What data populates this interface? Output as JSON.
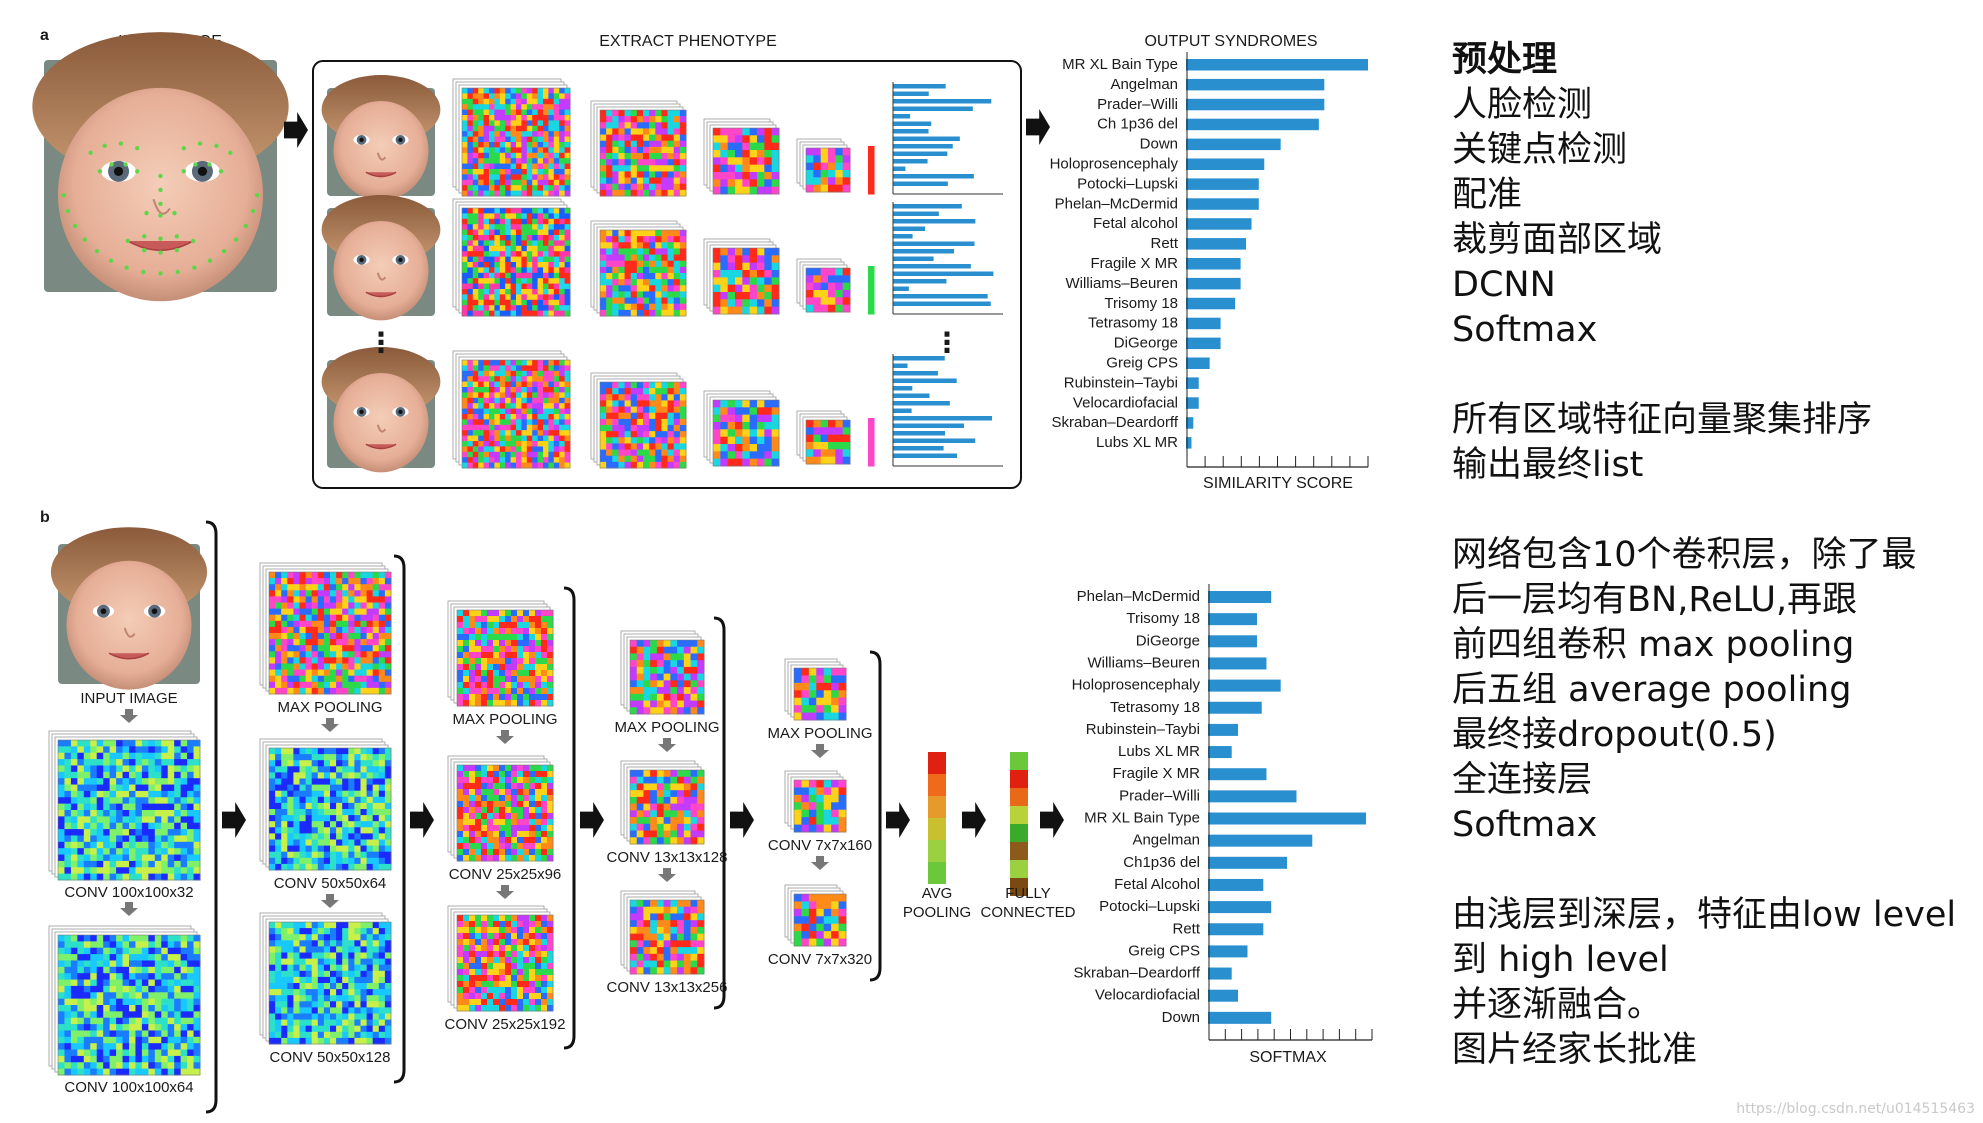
{
  "panel_a": {
    "letter": "a",
    "input_image_label": "INPUT IMAGE",
    "extract_label": "EXTRACT PHENOTYPE",
    "output_label": "OUTPUT SYNDROMES",
    "axis_label": "SIMILARITY SCORE",
    "ellipsis": "⋮",
    "syndromes": [
      {
        "name": "MR XL Bain Type",
        "score": 1.0
      },
      {
        "name": "Angelman",
        "score": 0.76
      },
      {
        "name": "Prader–Willi",
        "score": 0.76
      },
      {
        "name": "Ch 1p36 del",
        "score": 0.73
      },
      {
        "name": "Down",
        "score": 0.52
      },
      {
        "name": "Holoprosencephaly",
        "score": 0.43
      },
      {
        "name": "Potocki–Lupski",
        "score": 0.4
      },
      {
        "name": "Phelan–McDermid",
        "score": 0.4
      },
      {
        "name": "Fetal alcohol",
        "score": 0.36
      },
      {
        "name": "Rett",
        "score": 0.33
      },
      {
        "name": "Fragile X MR",
        "score": 0.3
      },
      {
        "name": "Williams–Beuren",
        "score": 0.3
      },
      {
        "name": "Trisomy 18",
        "score": 0.27
      },
      {
        "name": "Tetrasomy 18",
        "score": 0.19
      },
      {
        "name": "DiGeorge",
        "score": 0.19
      },
      {
        "name": "Greig CPS",
        "score": 0.13
      },
      {
        "name": "Rubinstein–Taybi",
        "score": 0.07
      },
      {
        "name": "Velocardiofacial",
        "score": 0.07
      },
      {
        "name": "Skraban–Deardorff",
        "score": 0.04
      },
      {
        "name": "Lubs XL MR",
        "score": 0.03
      }
    ]
  },
  "panel_b": {
    "letter": "b",
    "input_image_label": "INPUT IMAGE",
    "axis_label": "SOFTMAX",
    "stages": [
      {
        "top_label": "INPUT IMAGE",
        "mid_label": "CONV 100x100x32",
        "bottom_label": "CONV 100x100x64"
      },
      {
        "top_label": "MAX POOLING",
        "mid_label": "CONV 50x50x64",
        "bottom_label": "CONV 50x50x128"
      },
      {
        "top_label": "MAX POOLING",
        "mid_label": "CONV 25x25x96",
        "bottom_label": "CONV 25x25x192"
      },
      {
        "top_label": "MAX POOLING",
        "mid_label": "CONV 13x13x128",
        "bottom_label": "CONV 13x13x256"
      },
      {
        "top_label": "MAX POOLING",
        "mid_label": "CONV 7x7x160",
        "bottom_label": "CONV 7x7x320"
      }
    ],
    "avg_pooling_label": [
      "AVG",
      "POOLING"
    ],
    "fully_connected_label": [
      "FULLY",
      "CONNECTED"
    ],
    "softmax_bars": [
      {
        "name": "Phelan–McDermid",
        "score": 0.4
      },
      {
        "name": "Trisomy 18",
        "score": 0.31
      },
      {
        "name": "DiGeorge",
        "score": 0.31
      },
      {
        "name": "Williams–Beuren",
        "score": 0.37
      },
      {
        "name": "Holoprosencephaly",
        "score": 0.46
      },
      {
        "name": "Tetrasomy 18",
        "score": 0.34
      },
      {
        "name": "Rubinstein–Taybi",
        "score": 0.19
      },
      {
        "name": "Lubs XL MR",
        "score": 0.15
      },
      {
        "name": "Fragile X MR",
        "score": 0.37
      },
      {
        "name": "Prader–Willi",
        "score": 0.56
      },
      {
        "name": "MR XL Bain Type",
        "score": 1.0
      },
      {
        "name": "Angelman",
        "score": 0.66
      },
      {
        "name": "Ch1p36 del",
        "score": 0.5
      },
      {
        "name": "Fetal Alcohol",
        "score": 0.35
      },
      {
        "name": "Potocki–Lupski",
        "score": 0.4
      },
      {
        "name": "Rett",
        "score": 0.35
      },
      {
        "name": "Greig CPS",
        "score": 0.25
      },
      {
        "name": "Skraban–Deardorff",
        "score": 0.15
      },
      {
        "name": "Velocardiofacial",
        "score": 0.19
      },
      {
        "name": "Down",
        "score": 0.4
      }
    ]
  },
  "notes": {
    "title": "预处理",
    "group1": [
      "人脸检测",
      "关键点检测",
      "配准",
      "裁剪面部区域",
      "DCNN",
      "Softmax"
    ],
    "group2": [
      "所有区域特征向量聚集排序",
      "输出最终list"
    ],
    "group3": [
      "网络包含10个卷积层，除了最",
      "后一层均有BN,ReLU,再跟",
      "前四组卷积 max pooling",
      "后五组 average pooling",
      "最终接dropout(0.5)",
      "全连接层",
      "Softmax"
    ],
    "group4": [
      "由浅层到深层，特征由low level",
      "到 high level",
      "并逐渐融合。",
      "图片经家长批准"
    ]
  },
  "watermark": "https://blog.csdn.net/u014515463",
  "colors": {
    "bar": "#2a8fcf",
    "feature_palette": [
      "#ff2a1a",
      "#ffd21a",
      "#2bd94a",
      "#1ad6e0",
      "#2a6cff",
      "#c23bff",
      "#ff45c8",
      "#ff8a1a"
    ],
    "blue_map": [
      "#1b2bff",
      "#1a7dff",
      "#18c8ff",
      "#2de0c8",
      "#7ef06a",
      "#c8f04a"
    ],
    "avg_pool_column": [
      "#e02010",
      "#ef6a1a",
      "#e59a2a",
      "#c9c030",
      "#9bd040",
      "#6ac83a"
    ],
    "fc_column": [
      "#6ac83a",
      "#e02010",
      "#e86a18",
      "#b8d23a",
      "#3aaa2a",
      "#8c5a1a",
      "#9bd040",
      "#7a4a12"
    ]
  }
}
